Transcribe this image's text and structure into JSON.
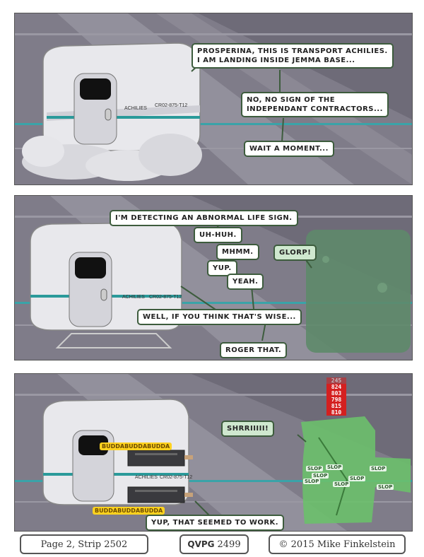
{
  "panels": [
    {
      "ship_name": "ACHILIES",
      "ship_code": "CR02-875-T12",
      "bubbles": [
        "PROSPERINA, THIS IS TRANSPORT ACHILIES.",
        "I AM LANDING INSIDE JEMMA BASE...",
        "NO, NO SIGN OF THE",
        "INDEPENDANT CONTRACTORS...",
        "WAIT A MOMENT..."
      ]
    },
    {
      "ship_name": "ACHILIES",
      "ship_code": "CR02-875-T12",
      "bubbles": [
        "I'M DETECTING AN ABNORMAL LIFE SIGN.",
        "UH-HUH.",
        "MHMM.",
        "YUP.",
        "YEAH.",
        "WELL, IF YOU THINK THAT'S WISE...",
        "ROGER THAT."
      ],
      "creature_bubble": "GLORP!"
    },
    {
      "ship_name": "ACHILIES",
      "ship_code": "CR02-875-T12",
      "gun_sfx_top": "BUDDABUDDABUDDA",
      "gun_sfx_bottom": "BUDDABUDDABUDDA",
      "creature_bubble": "SHRRIIIII!",
      "bubble": "YUP, THAT SEEMED TO WORK.",
      "counter": [
        "245",
        "824",
        "803",
        "798",
        "815",
        "810"
      ],
      "slops": [
        "SLOP",
        "SLOP",
        "SLOP",
        "SLOP",
        "SLOP",
        "SLOP",
        "SLOP",
        "SLOP"
      ]
    }
  ],
  "footer": {
    "strip": "Page 2, Strip 2502",
    "logo": "QVPG",
    "logo_number": "2499",
    "copyright": "© 2015 Mike Finkelstein"
  }
}
